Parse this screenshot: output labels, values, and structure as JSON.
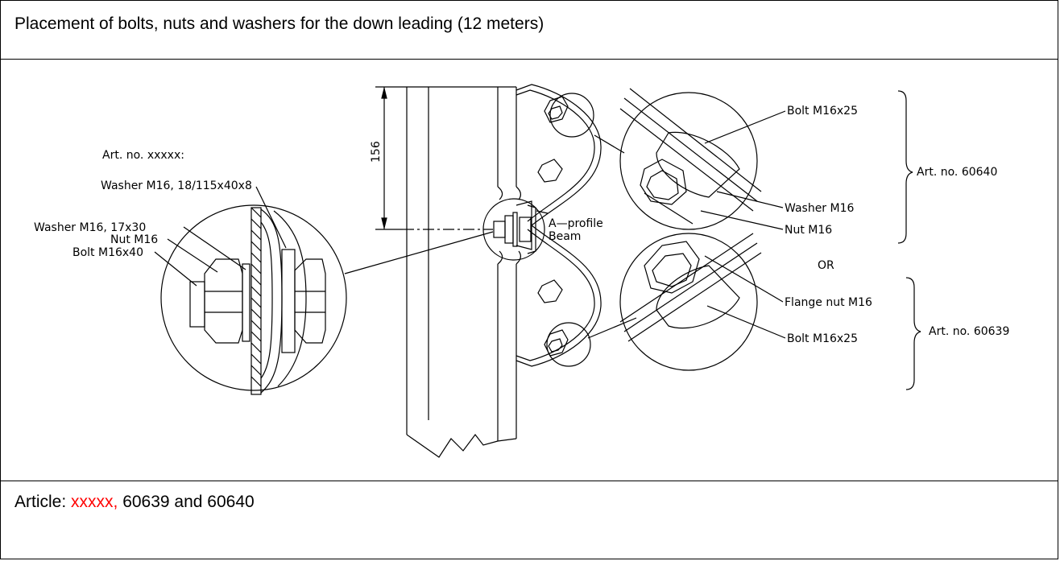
{
  "header": {
    "title": "Placement of bolts, nuts and washers for the down leading (12 meters)"
  },
  "diagram": {
    "left_detail": {
      "art_no": "Art. no. xxxxx:",
      "washer_large": "Washer M16, 18/115x40x8",
      "washer_small": "Washer M16, 17x30",
      "nut": "Nut M16",
      "bolt": "Bolt M16x40"
    },
    "center": {
      "dimension": "156",
      "profile_label_1": "A—profile",
      "profile_label_2": "Beam"
    },
    "right_top": {
      "bolt": "Bolt M16x25",
      "washer": "Washer M16",
      "nut": "Nut M16",
      "art_no": "Art. no. 60640"
    },
    "or_label": "OR",
    "right_bottom": {
      "flange_nut": "Flange nut M16",
      "bolt": "Bolt M16x25",
      "art_no": "Art. no. 60639"
    }
  },
  "footer": {
    "prefix": "Article: ",
    "highlight": "xxxxx,",
    "suffix": " 60639 and 60640",
    "highlight_color": "#ff0000"
  }
}
